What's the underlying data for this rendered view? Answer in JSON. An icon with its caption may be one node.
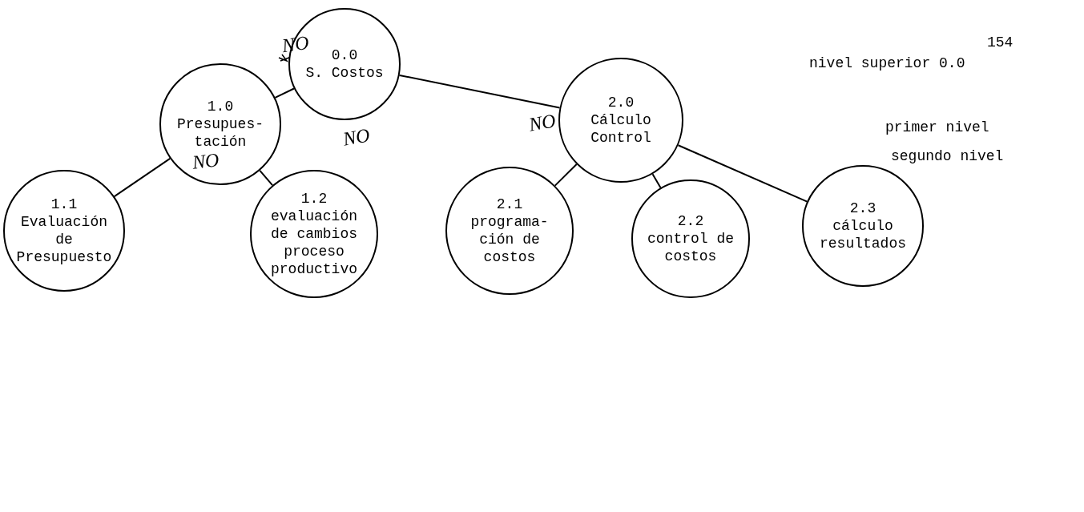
{
  "diagram": {
    "nodes": [
      {
        "text": [
          "0.0",
          "S. Costos"
        ]
      },
      {
        "text": [
          "1.0",
          "Presupues- tación"
        ]
      },
      {
        "text": [
          "2.0",
          "Cálculo Control"
        ]
      },
      {
        "text": [
          "1.1",
          "Evaluación de Presupuesto"
        ]
      },
      {
        "text": [
          "1.2",
          "evaluación de cambios proceso productivo"
        ]
      },
      {
        "text": [
          "2.1",
          "programa- ción de costos"
        ]
      },
      {
        "text": [
          "2.2",
          "control de costos"
        ]
      },
      {
        "text": [
          "2.3",
          "cálculo resultados"
        ]
      }
    ],
    "edges": [
      {
        "from": 0,
        "to": 1,
        "arrow": "none"
      },
      {
        "from": 0,
        "to": 2,
        "arrow": "none"
      },
      {
        "from": 1,
        "to": 3,
        "arrow": "none"
      },
      {
        "from": 1,
        "to": 4,
        "arrow": "none"
      },
      {
        "from": 2,
        "to": 5,
        "arrow": "none"
      },
      {
        "from": 2,
        "to": 6,
        "arrow": "none"
      },
      {
        "from": 2,
        "to": 7,
        "arrow": "none"
      }
    ],
    "labels": [
      "154",
      "NO",
      "nivel superior 0.0",
      "NO",
      "NO",
      "primer nivel",
      "NO",
      "segundo nivel"
    ]
  }
}
